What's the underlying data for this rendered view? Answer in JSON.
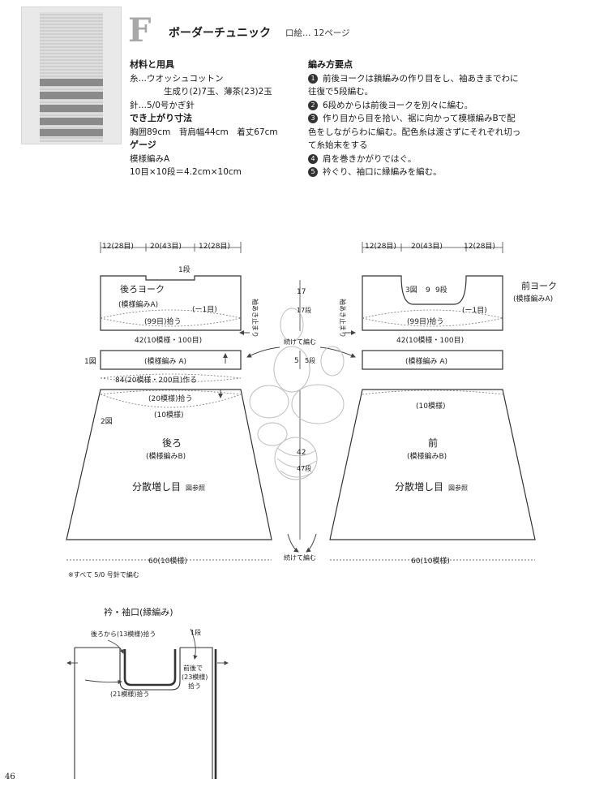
{
  "header": {
    "letter": "F",
    "title": "ボーダーチュニック",
    "subtitle": "口絵… 12ページ"
  },
  "materials": {
    "heading": "材料と用具",
    "lines": [
      "糸…ウオッシュコットン",
      "生成り(2)7玉、薄茶(23)2玉",
      "針…5/0号かぎ針"
    ],
    "size_heading": "でき上がり寸法",
    "size_line": "胸囲89cm　背肩幅44cm　着丈67cm",
    "gauge_heading": "ゲージ",
    "gauge_lines": [
      "模様編みA",
      "10目×10段＝4.2cm×10cm"
    ]
  },
  "method": {
    "heading": "編み方要点",
    "steps": [
      {
        "num": "1",
        "lines": [
          "前後ヨークは鎖編みの作り目をし、袖あきまでわに",
          "往復で5段編む。"
        ]
      },
      {
        "num": "2",
        "lines": [
          "6段めからは前後ヨークを別々に編む。"
        ]
      },
      {
        "num": "3",
        "lines": [
          "作り目から目を拾い、裾に向かって模様編みBで配",
          "色をしながらわに編む。配色糸は渡さずにそれぞれ切っ",
          "て糸始末をする"
        ]
      },
      {
        "num": "4",
        "lines": [
          "肩を巻きかがりではぐ。"
        ]
      },
      {
        "num": "5",
        "lines": [
          "衿ぐり、袖口に縁編みを編む。"
        ]
      }
    ]
  },
  "diagram": {
    "top_dims": [
      "12(28目)",
      "20(43目)",
      "12(28目)"
    ],
    "back_yoke": {
      "title": "後ろヨーク",
      "pattern": "(模様編みA)",
      "rows1": "1段",
      "pick": "(99目)拾う",
      "minus": "(ー1目)",
      "width": "42(10模様・100目)"
    },
    "front_yoke": {
      "title": "前ヨーク",
      "pattern": "(模様編みA)",
      "fig": "3図",
      "depth": "9",
      "depth_rows": "9段",
      "pick": "(99目)拾う",
      "minus": "(ー1目)",
      "width": "42(10模様・100目)"
    },
    "sleeve_stop": "袖あき止まり",
    "center": {
      "h17": "17",
      "h17_rows": "17段",
      "cont": "続けて編む",
      "h5": "5",
      "h5_rows": "5段",
      "h42": "42",
      "h42_rows": "47段",
      "cont_bottom": "続けて編む"
    },
    "band": {
      "fig": "1図",
      "label": "(模様編み A)",
      "chain": "84(20模様・200目)作る"
    },
    "back": {
      "pick": "(20模様)拾う",
      "fig": "2図",
      "top_width": "(10模様)",
      "title": "後ろ",
      "pattern": "(模様編みB)",
      "inc": "分散増し目",
      "ref": "図参照",
      "bottom": "60(10模様)"
    },
    "front": {
      "top_width": "(10模様)",
      "title": "前",
      "pattern": "(模様編みB)",
      "inc": "分散増し目",
      "ref": "図参照",
      "bottom": "60(10模様)"
    },
    "note": "※すべて 5/0 号針で編む"
  },
  "edging": {
    "title": "衿・袖口(縁編み)",
    "back_pick": "後ろから(13模様)拾う",
    "row": "1段",
    "front_pick": "(21模様)拾う",
    "sleeve_pick_1": "前後で",
    "sleeve_pick_2": "(23模様)",
    "sleeve_pick_3": "拾う"
  },
  "page_number": "46"
}
